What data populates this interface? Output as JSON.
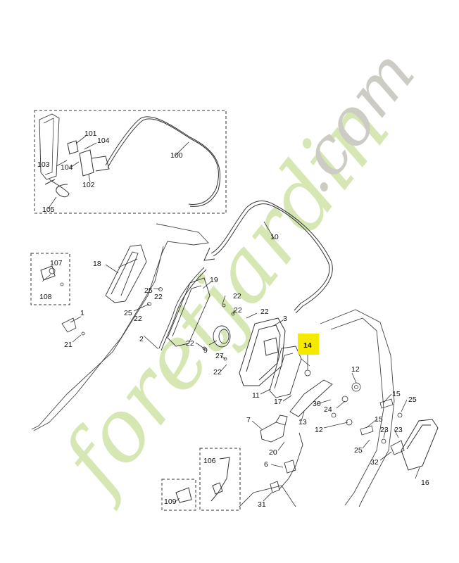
{
  "watermark": {
    "text": "foretjardin.com",
    "part1": "foretjardin",
    "part2": ".com",
    "colors": {
      "green": "#d7e7b4",
      "orange": "#f6d8b3",
      "grey": "#cccbc4"
    }
  },
  "highlight": {
    "label": "14",
    "color": "#f6e900"
  },
  "labels": {
    "l100": "100",
    "l101": "101",
    "l102": "102",
    "l103": "103",
    "l104a": "104",
    "l104b": "104",
    "l105": "105",
    "l10": "10",
    "l18": "18",
    "l19": "19",
    "l107": "107",
    "l108": "108",
    "l25a": "25",
    "l22a": "22",
    "l25b": "25",
    "l22b": "22",
    "l1": "1",
    "l21": "21",
    "l2": "2",
    "l22c": "22",
    "l22d": "22",
    "l22e": "22",
    "l3": "3",
    "l22f": "22",
    "l9": "9",
    "l27": "27",
    "l22g": "22",
    "l11": "11",
    "l17": "17",
    "l12a": "12",
    "l30": "30",
    "l24": "24",
    "l13": "13",
    "l15a": "15",
    "l25c": "25",
    "l12b": "12",
    "l15b": "15",
    "l23a": "23",
    "l23b": "23",
    "l25d": "25",
    "l7": "7",
    "l20": "20",
    "l32": "32",
    "l6": "6",
    "l106": "106",
    "l16": "16",
    "l109": "109",
    "l31": "31"
  }
}
